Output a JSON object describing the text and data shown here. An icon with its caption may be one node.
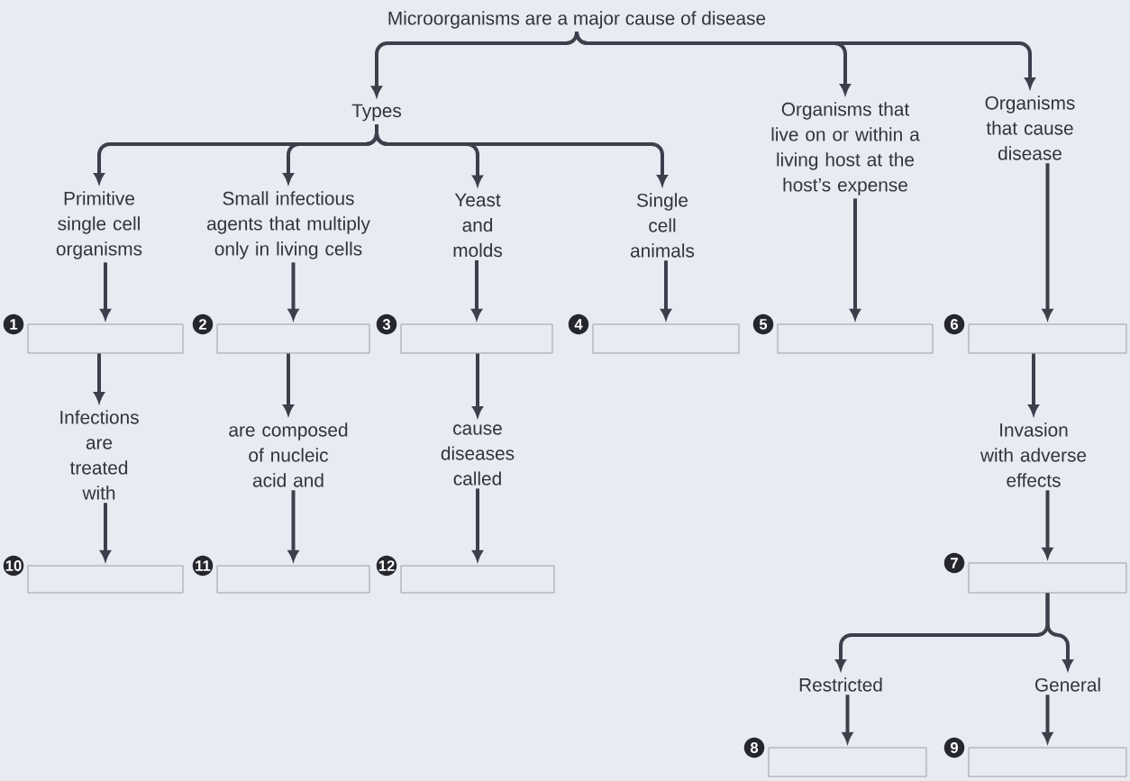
{
  "diagram": {
    "nodes": [
      {
        "text": [
          "Microorganisms are a major cause of disease"
        ]
      },
      {
        "text": [
          "Types"
        ]
      },
      {
        "text": [
          "Organisms that live on or within a living host at the host’s expense"
        ]
      },
      {
        "text": [
          "Organisms that cause disease"
        ]
      },
      {
        "text": [
          "Primitive single cell organisms"
        ]
      },
      {
        "text": [
          "Small infectious agents that multiply only in living cells"
        ]
      },
      {
        "text": [
          "Yeast and molds"
        ]
      },
      {
        "text": [
          "Single cell animals"
        ]
      },
      {
        "text": [],
        "shape": "box",
        "beside": [
          "1"
        ]
      },
      {
        "text": [],
        "shape": "box",
        "beside": [
          "2"
        ]
      },
      {
        "text": [],
        "shape": "box",
        "beside": [
          "3"
        ]
      },
      {
        "text": [],
        "shape": "box",
        "beside": [
          "4"
        ]
      },
      {
        "text": [],
        "shape": "box",
        "beside": [
          "5"
        ]
      },
      {
        "text": [],
        "shape": "box",
        "beside": [
          "6"
        ]
      },
      {
        "text": [
          "Infections are treated with"
        ]
      },
      {
        "text": [
          "are composed of nucleic acid and"
        ]
      },
      {
        "text": [
          "cause diseases called"
        ]
      },
      {
        "text": [
          "Invasion with adverse effects"
        ]
      },
      {
        "text": [],
        "shape": "box",
        "beside": [
          "10"
        ]
      },
      {
        "text": [],
        "shape": "box",
        "beside": [
          "11"
        ]
      },
      {
        "text": [],
        "shape": "box",
        "beside": [
          "12"
        ]
      },
      {
        "text": [],
        "shape": "box",
        "beside": [
          "7"
        ]
      },
      {
        "text": [
          "Restricted"
        ]
      },
      {
        "text": [
          "General"
        ]
      },
      {
        "text": [],
        "shape": "box",
        "beside": [
          "8"
        ]
      },
      {
        "text": [],
        "shape": "box",
        "beside": [
          "9"
        ]
      }
    ],
    "edges": [
      {
        "from": 0,
        "to": 1,
        "arrow": "to"
      },
      {
        "from": 0,
        "to": 2,
        "arrow": "to"
      },
      {
        "from": 0,
        "to": 3,
        "arrow": "to"
      },
      {
        "from": 1,
        "to": 4,
        "arrow": "to"
      },
      {
        "from": 1,
        "to": 5,
        "arrow": "to"
      },
      {
        "from": 1,
        "to": 6,
        "arrow": "to"
      },
      {
        "from": 1,
        "to": 7,
        "arrow": "to"
      },
      {
        "from": 4,
        "to": 8,
        "arrow": "to"
      },
      {
        "from": 5,
        "to": 9,
        "arrow": "to"
      },
      {
        "from": 6,
        "to": 10,
        "arrow": "to"
      },
      {
        "from": 7,
        "to": 11,
        "arrow": "to"
      },
      {
        "from": 2,
        "to": 12,
        "arrow": "to"
      },
      {
        "from": 3,
        "to": 13,
        "arrow": "to"
      },
      {
        "from": 8,
        "to": 14,
        "arrow": "to"
      },
      {
        "from": 9,
        "to": 15,
        "arrow": "to"
      },
      {
        "from": 10,
        "to": 16,
        "arrow": "to"
      },
      {
        "from": 13,
        "to": 17,
        "arrow": "to"
      },
      {
        "from": 14,
        "to": 18,
        "arrow": "to"
      },
      {
        "from": 15,
        "to": 19,
        "arrow": "to"
      },
      {
        "from": 16,
        "to": 20,
        "arrow": "to"
      },
      {
        "from": 17,
        "to": 21,
        "arrow": "to"
      },
      {
        "from": 21,
        "to": 22,
        "arrow": "to"
      },
      {
        "from": 21,
        "to": 23,
        "arrow": "to"
      },
      {
        "from": 22,
        "to": 24,
        "arrow": "to"
      },
      {
        "from": 23,
        "to": 25,
        "arrow": "to"
      }
    ]
  }
}
